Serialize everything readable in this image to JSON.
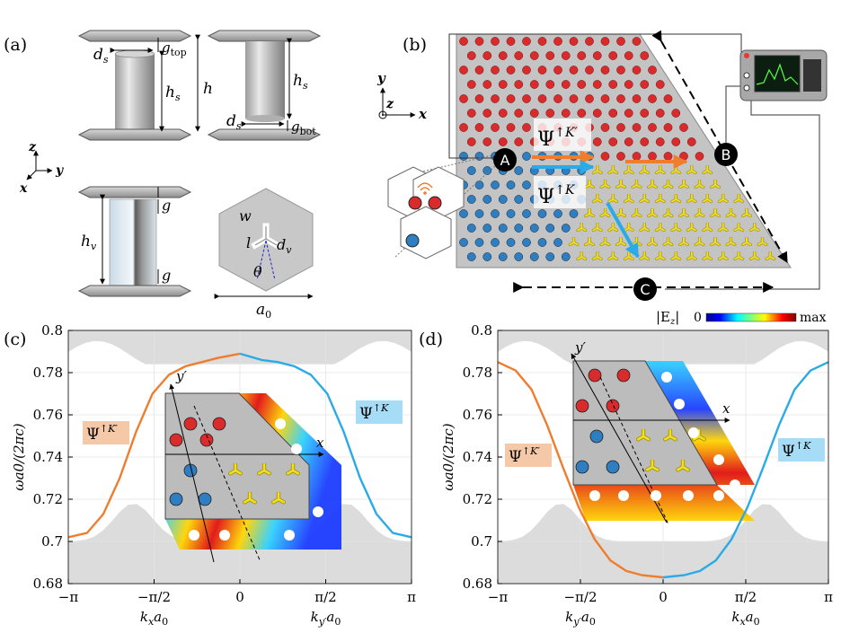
{
  "panels": {
    "a": {
      "label": "(a)",
      "dims": {
        "d_s": "d",
        "d_s_sub": "s",
        "g_top": "g",
        "g_top_sub": "top",
        "h_s": "h",
        "h_s_sub": "s",
        "h": "h",
        "g_bot": "g",
        "g_bot_sub": "bot",
        "g": "g",
        "h_v": "h",
        "h_v_sub": "v",
        "w": "w",
        "l": "l",
        "d_v": "d",
        "d_v_sub": "v",
        "theta": "θ",
        "a0": "a",
        "a0_sub": "0"
      },
      "axes": {
        "z": "z",
        "y": "y",
        "x": "x"
      }
    },
    "b": {
      "label": "(b)",
      "axes": {
        "y": "y",
        "z": "z",
        "x": "x"
      },
      "points": [
        "A",
        "B",
        "C"
      ],
      "psi_top": "Ψ",
      "psi_top_sup": "↑K′",
      "psi_bot": "Ψ",
      "psi_bot_sup": "↑K"
    },
    "c": {
      "label": "(c)",
      "psi_left": "Ψ",
      "psi_left_sup": "↑K′",
      "psi_right": "Ψ",
      "psi_right_sup": "↑K",
      "inset_y": "y′",
      "inset_x": "x",
      "xlabel_left": "k",
      "xlabel_left_sub": "x",
      "xlabel_left_tail": "a",
      "xlabel_right": "k",
      "xlabel_right_sub": "y′",
      "xlabel_right_tail": "a"
    },
    "d": {
      "label": "(d)",
      "psi_left": "Ψ",
      "psi_left_sup": "↑K′",
      "psi_right": "Ψ",
      "psi_right_sup": "↑K",
      "inset_y": "y′",
      "inset_x": "x",
      "xlabel_left": "k",
      "xlabel_left_sub": "y′",
      "xlabel_left_tail": "a",
      "xlabel_right": "k",
      "xlabel_right_sub": "x",
      "xlabel_right_tail": "a"
    },
    "colorbar": {
      "label": "|E",
      "label_sub": "z",
      "label_tail": "|",
      "min": "0",
      "max": "max"
    }
  },
  "colors": {
    "orange": "#ee7d2d",
    "blue": "#2aaae6",
    "red": "#d92b2b",
    "dotblue": "#2f7ec1",
    "yellow": "#f0e020",
    "gap": "#dcdcdc"
  },
  "chart_data": [
    {
      "type": "line",
      "panel": "(c)",
      "ylabel": "ωa0/(2πc)",
      "ylim": [
        0.68,
        0.8
      ],
      "yticks": [
        "0.68",
        "0.7",
        "0.72",
        "0.74",
        "0.76",
        "0.78",
        "0.8"
      ],
      "xticks": [
        "−π",
        "−π/2",
        "0",
        "π/2",
        "π"
      ],
      "series": [
        {
          "color": "#ee7d2d",
          "x": [
            -3.14,
            -2.8,
            -2.5,
            -2.2,
            -1.9,
            -1.6,
            -1.3,
            -1.0,
            -0.7,
            -0.4,
            0
          ],
          "y": [
            0.702,
            0.704,
            0.713,
            0.73,
            0.752,
            0.77,
            0.779,
            0.783,
            0.785,
            0.787,
            0.789
          ]
        },
        {
          "color": "#2aaae6",
          "x": [
            0,
            0.4,
            0.7,
            1.0,
            1.3,
            1.6,
            1.9,
            2.2,
            2.5,
            2.8,
            3.14
          ],
          "y": [
            0.789,
            0.786,
            0.785,
            0.783,
            0.779,
            0.77,
            0.752,
            0.73,
            0.713,
            0.704,
            0.702
          ]
        }
      ]
    },
    {
      "type": "line",
      "panel": "(d)",
      "ylabel": "ωa0/(2πc)",
      "ylim": [
        0.68,
        0.8
      ],
      "yticks": [
        "0.68",
        "0.7",
        "0.72",
        "0.74",
        "0.76",
        "0.78",
        "0.8"
      ],
      "xticks": [
        "−π",
        "−π/2",
        "0",
        "π/2",
        "π"
      ],
      "series": [
        {
          "color": "#ee7d2d",
          "x": [
            -3.14,
            -2.8,
            -2.5,
            -2.2,
            -1.9,
            -1.6,
            -1.3,
            -1.0,
            -0.7,
            -0.4,
            0
          ],
          "y": [
            0.785,
            0.781,
            0.772,
            0.755,
            0.735,
            0.716,
            0.701,
            0.691,
            0.686,
            0.684,
            0.683
          ]
        },
        {
          "color": "#2aaae6",
          "x": [
            0,
            0.4,
            0.7,
            1.0,
            1.3,
            1.6,
            1.9,
            2.2,
            2.5,
            2.8,
            3.14
          ],
          "y": [
            0.683,
            0.684,
            0.686,
            0.691,
            0.701,
            0.716,
            0.735,
            0.755,
            0.772,
            0.781,
            0.785
          ]
        }
      ]
    }
  ]
}
